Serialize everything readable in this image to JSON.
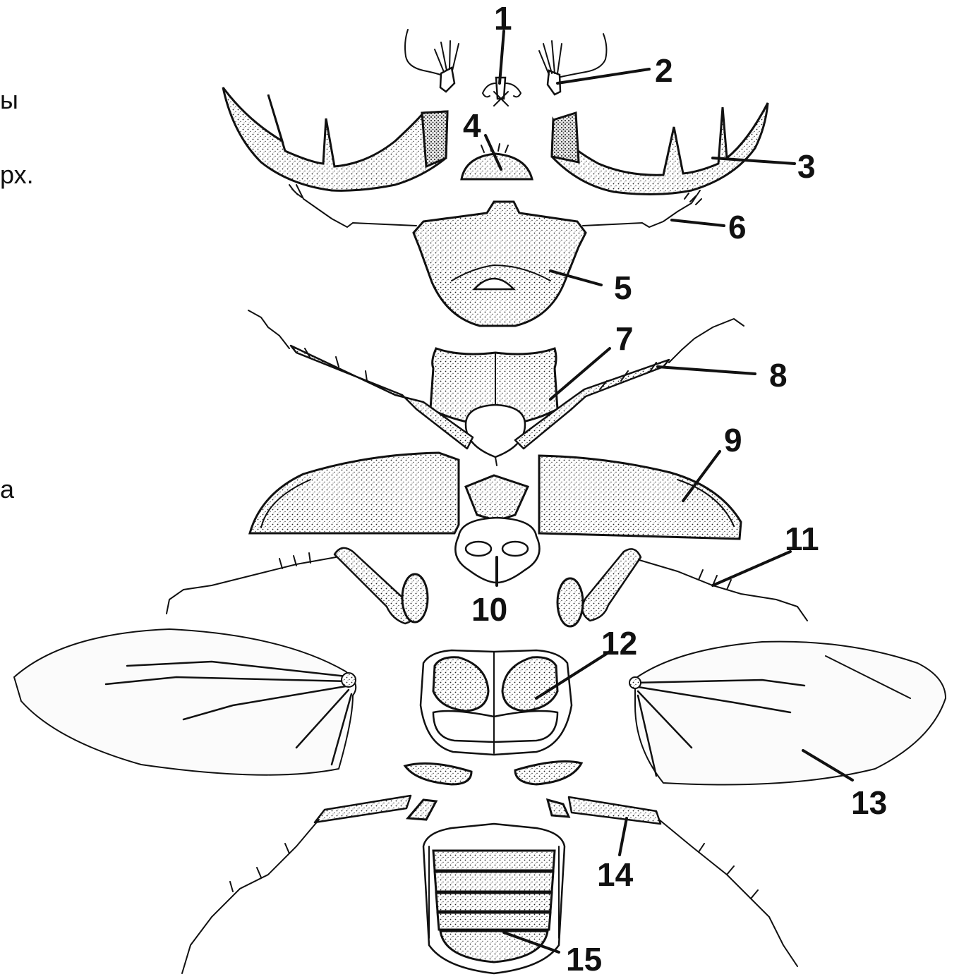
{
  "side_text": [
    "ы",
    "рх.",
    "а"
  ],
  "labels": [
    "1",
    "2",
    "3",
    "4",
    "5",
    "6",
    "7",
    "8",
    "9",
    "10",
    "11",
    "12",
    "13",
    "14",
    "15"
  ]
}
